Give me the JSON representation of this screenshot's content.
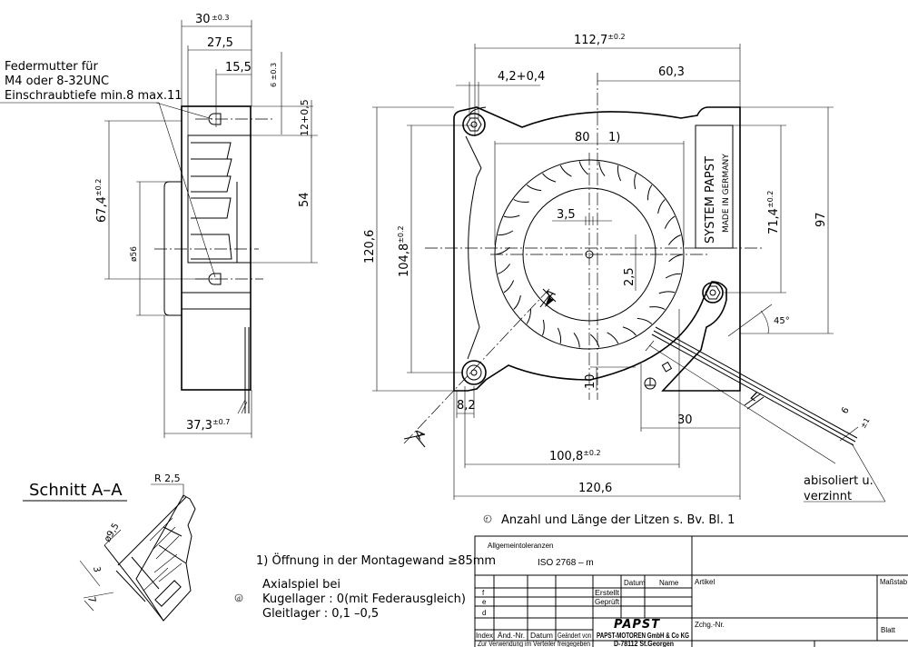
{
  "side_view": {
    "note_lines": [
      "Federmutter für",
      "M4 oder 8-32UNC",
      "Einschraubtiefe min.8   max.11"
    ],
    "dim_width": "30",
    "dim_width_tol": "±0.3",
    "dim_27_5": "27,5",
    "dim_15_5": "15,5",
    "dim_6": "6",
    "dim_6_tol": "±0.3",
    "dim_12": "12+0,5",
    "dim_54": "54",
    "dim_67_4": "67,4",
    "dim_67_4_tol": "±0.2",
    "dim_d56": "ø56",
    "dim_37_3": "37,3",
    "dim_37_3_tol": "±0.7"
  },
  "front_view": {
    "dim_112_7": "112,7",
    "dim_112_7_tol": "±0.2",
    "dim_60_3": "60,3",
    "dim_4_2": "4,2+0,4",
    "dim_80": "80",
    "footnote_ref": "1)",
    "dim_3_5": "3,5",
    "dim_2_5": "2,5",
    "dim_120_6_v": "120,6",
    "dim_104_8": "104,8",
    "dim_104_8_tol": "±0.2",
    "dim_71_4": "71,4",
    "dim_71_4_tol": "±0.2",
    "dim_97": "97",
    "dim_45": "45°",
    "dim_10": "10",
    "dim_8_2": "8,2",
    "dim_30": "30",
    "dim_100_8": "100,8",
    "dim_100_8_tol": "±0.2",
    "dim_120_6_h": "120,6",
    "dim_L": "L",
    "dim_6_wire": "6",
    "dim_wire_tol": "±1",
    "section_marker": "A",
    "label_line1": "SYSTEM  PAPST",
    "label_line2": "MADE IN GERMANY",
    "wire_note_1": "abisoliert  u.",
    "wire_note_2": "verzinnt"
  },
  "section": {
    "title": "Schnitt  A–A",
    "r": "R 2,5",
    "d9_5": "ø9,5",
    "dim_3": "3",
    "dim_7": "7"
  },
  "notes": {
    "f_marker": "f",
    "f_text": "Anzahl und Länge der Litzen s. Bv. Bl. 1",
    "note1": "1) Öffnung in der Montagewand",
    "note1_value": "≥85mm",
    "d_marker": "d",
    "axial_lines": [
      "Axialspiel bei",
      "Kugellager : 0(mit Federausgleich)",
      "Gleitlager : 0,1 –0,5"
    ]
  },
  "title_block": {
    "tolerances_label": "Allgemeintoleranzen",
    "tolerances_value": "ISO 2768 – m",
    "datum": "Datum",
    "name": "Name",
    "rows": [
      "f",
      "e",
      "d"
    ],
    "erstellt": "Erstellt",
    "geprueft": "Geprüft",
    "index": "Index",
    "aend_nr": "Änd.-Nr.",
    "datum2": "Datum",
    "geaendert_von": "Geändert von",
    "freigabe": "Zur Verwendung im Verteiler freigegeben",
    "logo": "PAPST",
    "company": "PAPST-MOTOREN GmbH & Co KG",
    "address": "D-78112 St.Georgen",
    "artikel": "Artikel",
    "massstab": "Maßstab",
    "zchg_nr": "Zchg.-Nr.",
    "blatt": "Blatt"
  },
  "impeller": {
    "blade_count": 30
  }
}
